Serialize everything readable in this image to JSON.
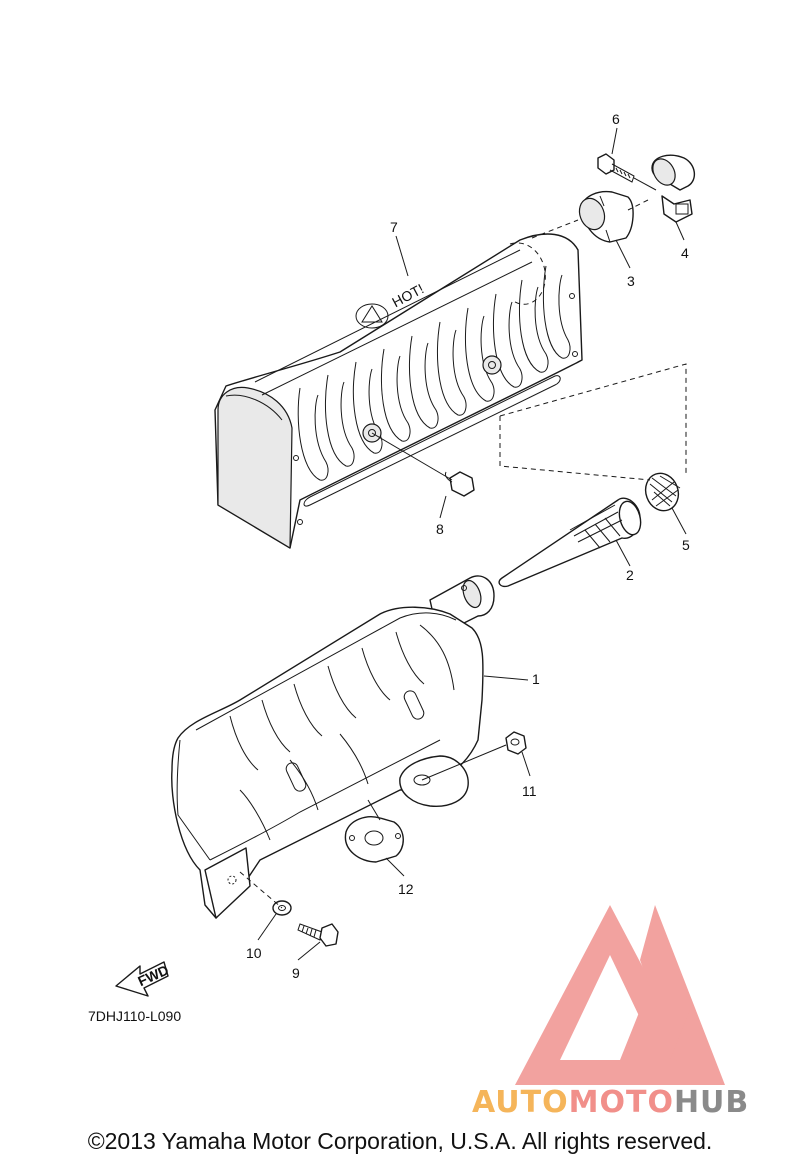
{
  "diagram": {
    "callouts": [
      "1",
      "2",
      "3",
      "4",
      "5",
      "6",
      "7",
      "8",
      "9",
      "10",
      "11",
      "12"
    ],
    "fwd_label": "FWD",
    "hot_label": "HOT!",
    "drawing_code": "7DHJ110-L090"
  },
  "watermark": {
    "part_a": "AUTO",
    "part_b": "MOTO",
    "part_c": "HUB",
    "color_a": "#f5b55a",
    "color_b": "#f18f8a",
    "color_c": "#8a8a8a",
    "logo_color": "#f0928f"
  },
  "footer": {
    "copyright": "©2013 Yamaha Motor Corporation, U.S.A. All rights reserved."
  }
}
